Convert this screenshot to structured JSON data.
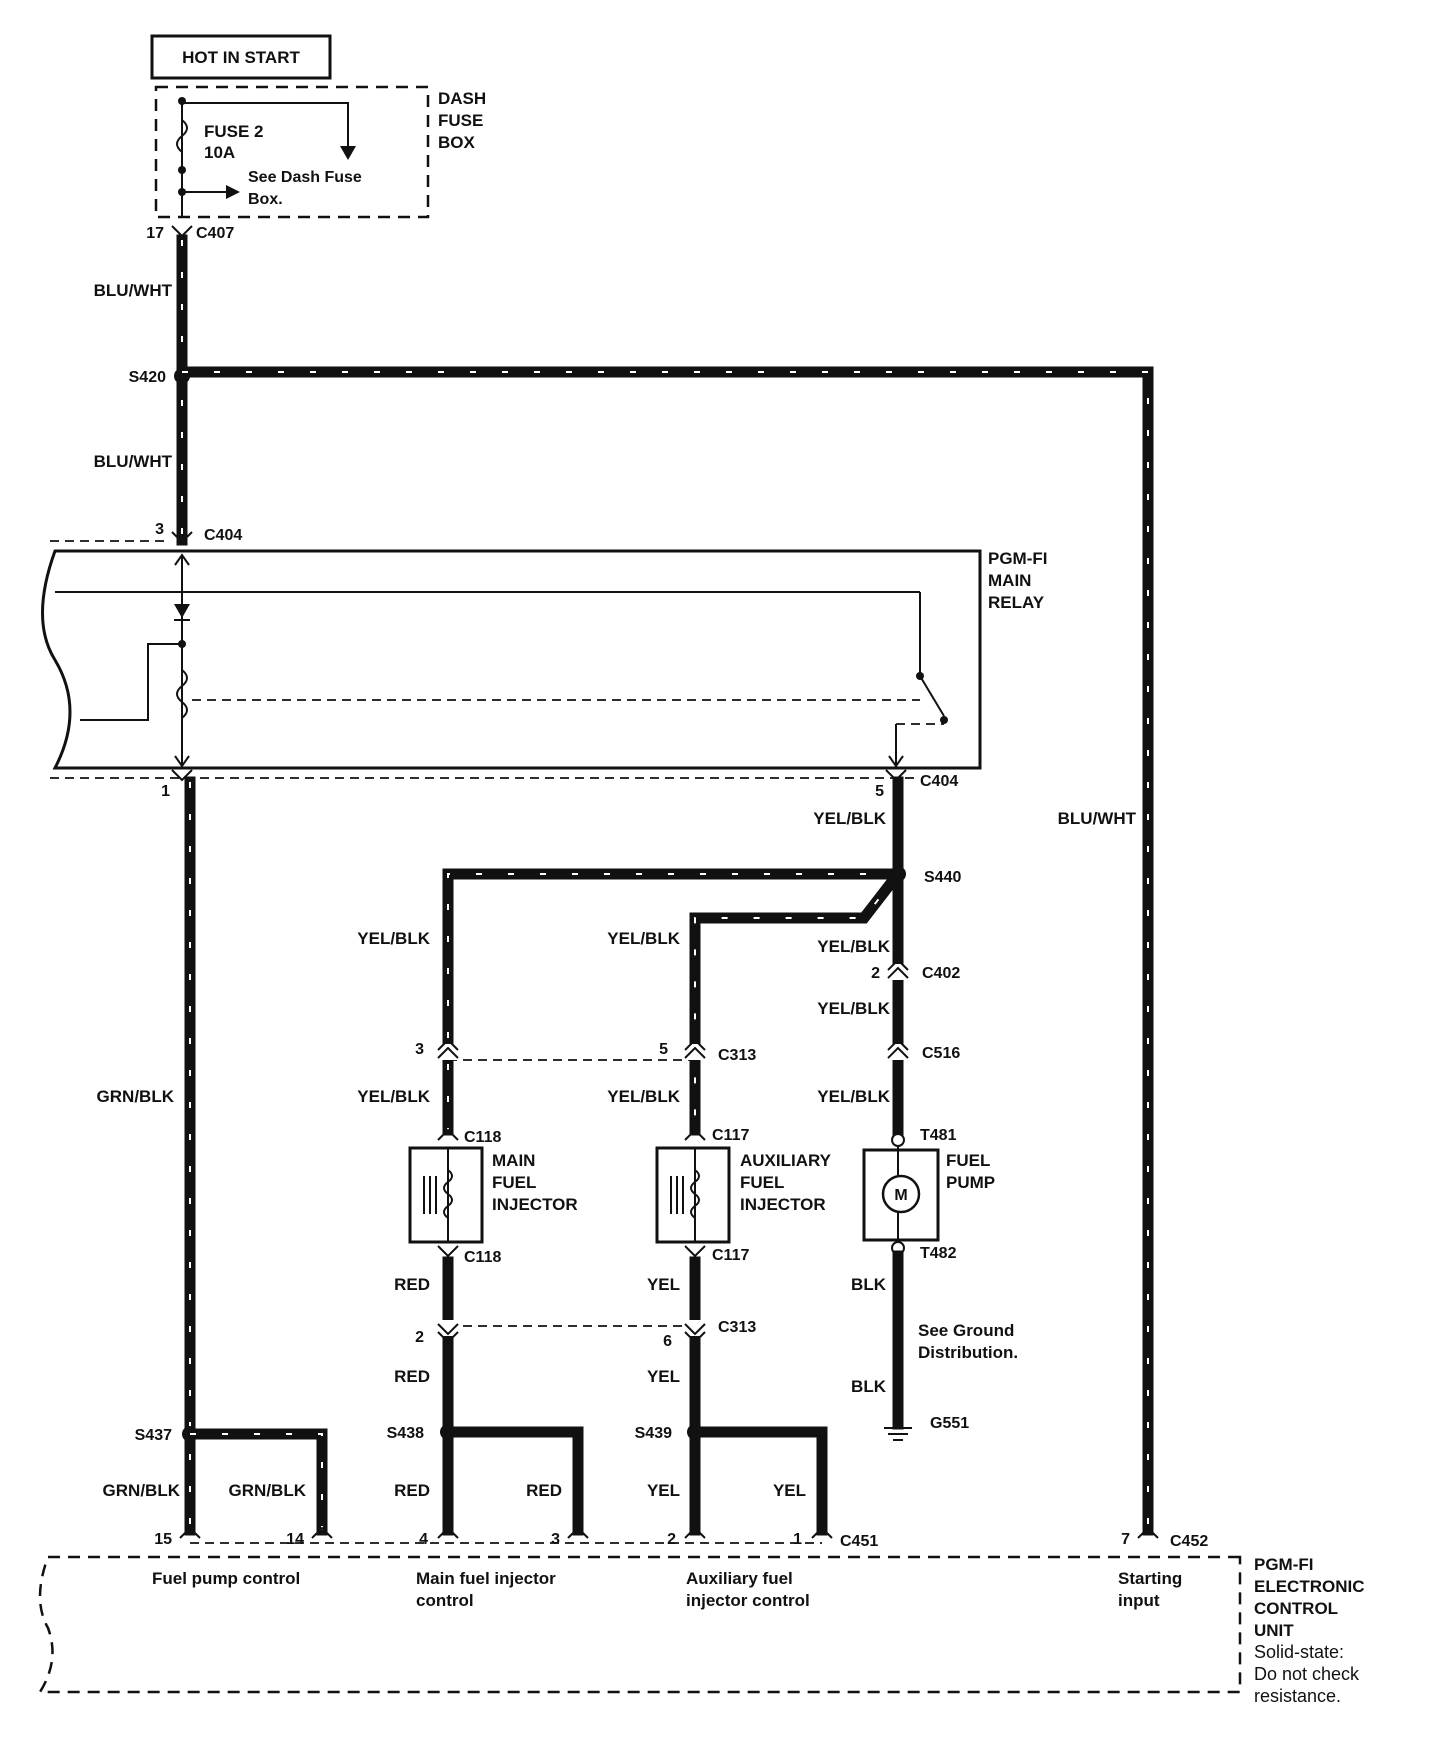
{
  "top_label": "HOT IN START",
  "dash_fuse_box": {
    "title_lines": [
      "DASH",
      "FUSE",
      "BOX"
    ],
    "fuse_name": "FUSE 2",
    "fuse_rating": "10A",
    "see_lines": [
      "See Dash Fuse",
      "Box."
    ]
  },
  "connectors": {
    "c407": "C407",
    "c407_pin": "17",
    "c404_top": "C404",
    "c404_pin3": "3",
    "c404_bot": "C404",
    "c404_pin1": "1",
    "c404_pin5": "5",
    "c402": "C402",
    "c402_pin": "2",
    "c516": "C516",
    "c313_top": "C313",
    "c313_pin3": "3",
    "c313_pin5": "5",
    "c118_top": "C118",
    "c118_bot": "C118",
    "c117_top": "C117",
    "c117_bot": "C117",
    "c313_bot": "C313",
    "c313_pin2": "2",
    "c313_pin6": "6",
    "t481": "T481",
    "t482": "T482",
    "g551": "G551",
    "c451": "C451",
    "c451_pins": [
      "15",
      "14",
      "4",
      "3",
      "2",
      "1"
    ],
    "c452": "C452",
    "c452_pin": "7"
  },
  "splices": {
    "s420": "S420",
    "s440": "S440",
    "s437": "S437",
    "s438": "S438",
    "s439": "S439"
  },
  "wires": {
    "blu_wht": "BLU/WHT",
    "yel_blk": "YEL/BLK",
    "grn_blk": "GRN/BLK",
    "red": "RED",
    "yel": "YEL",
    "blk": "BLK"
  },
  "relay": {
    "title_lines": [
      "PGM-FI",
      "MAIN",
      "RELAY"
    ]
  },
  "main_injector": {
    "title_lines": [
      "MAIN",
      "FUEL",
      "INJECTOR"
    ]
  },
  "aux_injector": {
    "title_lines": [
      "AUXILIARY",
      "FUEL",
      "INJECTOR"
    ]
  },
  "fuel_pump": {
    "title_lines": [
      "FUEL",
      "PUMP"
    ],
    "motor_symbol": "M"
  },
  "ground_note_lines": [
    "See Ground",
    "Distribution."
  ],
  "ecu": {
    "title_lines": [
      "PGM-FI",
      "ELECTRONIC",
      "CONTROL",
      "UNIT"
    ],
    "note_lines": [
      "Solid-state:",
      "Do not check",
      "resistance."
    ],
    "inputs": [
      {
        "lines": [
          "Fuel pump control"
        ]
      },
      {
        "lines": [
          "Main fuel injector",
          "control"
        ]
      },
      {
        "lines": [
          "Auxiliary fuel",
          "injector control"
        ]
      },
      {
        "lines": [
          "Starting",
          "input"
        ]
      }
    ]
  }
}
